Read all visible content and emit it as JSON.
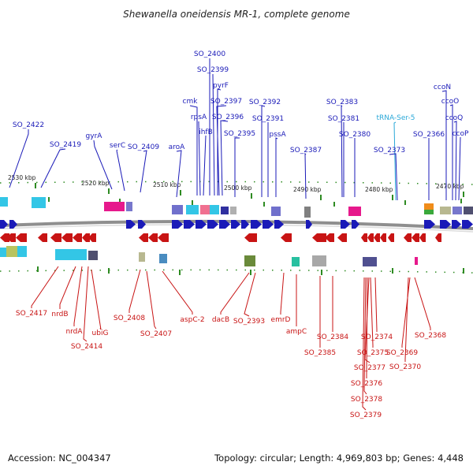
{
  "title": "Shewanella oneidensis MR-1, complete genome",
  "footer": {
    "accession": "Accession: NC_004347",
    "summary": "Topology: circular; Length: 4,969,803 bp; Genes: 4,448"
  },
  "colors": {
    "forward": "#1a1ab8",
    "reverse": "#c81414",
    "trna": "#2aa8d8",
    "backbone": "#8f8f8f",
    "tick": "#2e8b22"
  },
  "ticks": [
    {
      "label": "2530 kbp"
    },
    {
      "label": "2520 kbp"
    },
    {
      "label": "2510 kbp"
    },
    {
      "label": "2500 kbp"
    },
    {
      "label": "2490 kbp"
    },
    {
      "label": "2480 kbp"
    },
    {
      "label": "2470 kbp"
    }
  ],
  "forward_genes": [
    {
      "label": "SO_2422"
    },
    {
      "label": "SO_2419"
    },
    {
      "label": "gyrA"
    },
    {
      "label": "serC"
    },
    {
      "label": "SO_2409"
    },
    {
      "label": "aroA"
    },
    {
      "label": "cmk"
    },
    {
      "label": "SO_2400"
    },
    {
      "label": "SO_2399"
    },
    {
      "label": "rpsA"
    },
    {
      "label": "ihfB"
    },
    {
      "label": "pyrF"
    },
    {
      "label": "SO_2397"
    },
    {
      "label": "SO_2396"
    },
    {
      "label": "SO_2395"
    },
    {
      "label": "SO_2392"
    },
    {
      "label": "SO_2391"
    },
    {
      "label": "pssA"
    },
    {
      "label": "SO_2387"
    },
    {
      "label": "SO_2383"
    },
    {
      "label": "SO_2381"
    },
    {
      "label": "SO_2380"
    },
    {
      "label": "tRNA-Ser-5"
    },
    {
      "label": "SO_2373"
    },
    {
      "label": "SO_2366"
    },
    {
      "label": "ccoN"
    },
    {
      "label": "ccoO"
    },
    {
      "label": "ccoQ"
    },
    {
      "label": "ccoP"
    }
  ],
  "reverse_genes": [
    {
      "label": "SO_2417"
    },
    {
      "label": "nrdB"
    },
    {
      "label": "nrdA"
    },
    {
      "label": "SO_2414"
    },
    {
      "label": "ubiG"
    },
    {
      "label": "SO_2408"
    },
    {
      "label": "SO_2407"
    },
    {
      "label": "aspC-2"
    },
    {
      "label": "dacB"
    },
    {
      "label": "SO_2393"
    },
    {
      "label": "emrD"
    },
    {
      "label": "ampC"
    },
    {
      "label": "SO_2384"
    },
    {
      "label": "SO_2385"
    },
    {
      "label": "SO_2374"
    },
    {
      "label": "SO_2375"
    },
    {
      "label": "SO_2377"
    },
    {
      "label": "SO_2376"
    },
    {
      "label": "SO_2378"
    },
    {
      "label": "SO_2379"
    },
    {
      "label": "SO_2369"
    },
    {
      "label": "SO_2370"
    },
    {
      "label": "SO_2368"
    }
  ]
}
